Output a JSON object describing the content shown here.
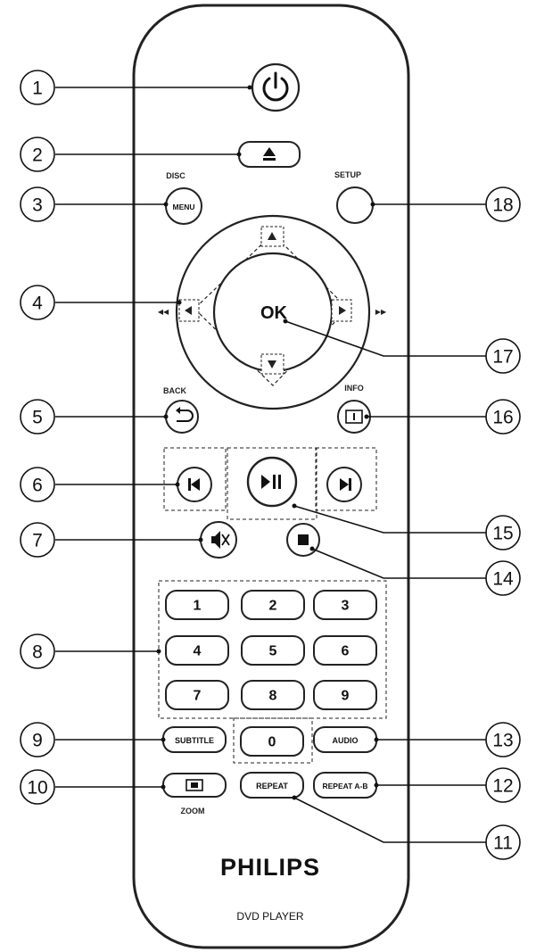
{
  "remote": {
    "brand": "PHILIPS",
    "model": "DVD PLAYER"
  },
  "labels": {
    "disc": "DISC",
    "setup": "SETUP",
    "back": "BACK",
    "info": "INFO",
    "zoom": "ZOOM",
    "rew": "◀◀",
    "ffw": "▶▶"
  },
  "buttons": {
    "menu": "MENU",
    "ok": "OK",
    "subtitle": "SUBTITLE",
    "audio": "AUDIO",
    "repeat": "REPEAT",
    "repeat_ab": "REPEAT A-B",
    "digits": [
      "1",
      "2",
      "3",
      "4",
      "5",
      "6",
      "7",
      "8",
      "9",
      "0"
    ]
  },
  "callouts": [
    "1",
    "2",
    "3",
    "4",
    "5",
    "6",
    "7",
    "8",
    "9",
    "10",
    "11",
    "12",
    "13",
    "14",
    "15",
    "16",
    "17",
    "18"
  ]
}
